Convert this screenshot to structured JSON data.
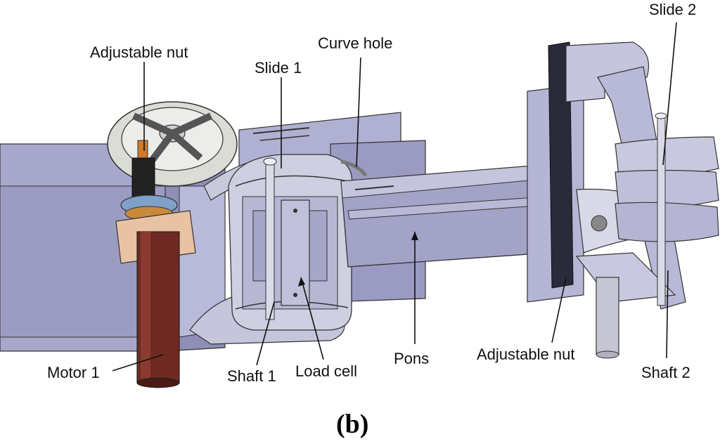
{
  "figure": {
    "caption": "(b)",
    "labels": {
      "adjustable_nut_top": "Adjustable nut",
      "curve_hole": "Curve hole",
      "slide_1": "Slide 1",
      "slide_2": "Slide 2",
      "motor_1": "Motor 1",
      "shaft_1": "Shaft 1",
      "load_cell": "Load cell",
      "pons": "Pons",
      "adjustable_nut_bottom": "Adjustable nut",
      "shaft_2": "Shaft 2"
    }
  },
  "colors": {
    "housing": "#a9a9cc",
    "housing_dark": "#8d8db4",
    "metal": "#c8c8dc",
    "motor": "#6e2a22",
    "flange": "#e8c3a3",
    "wheel": "#dcdcd6"
  }
}
